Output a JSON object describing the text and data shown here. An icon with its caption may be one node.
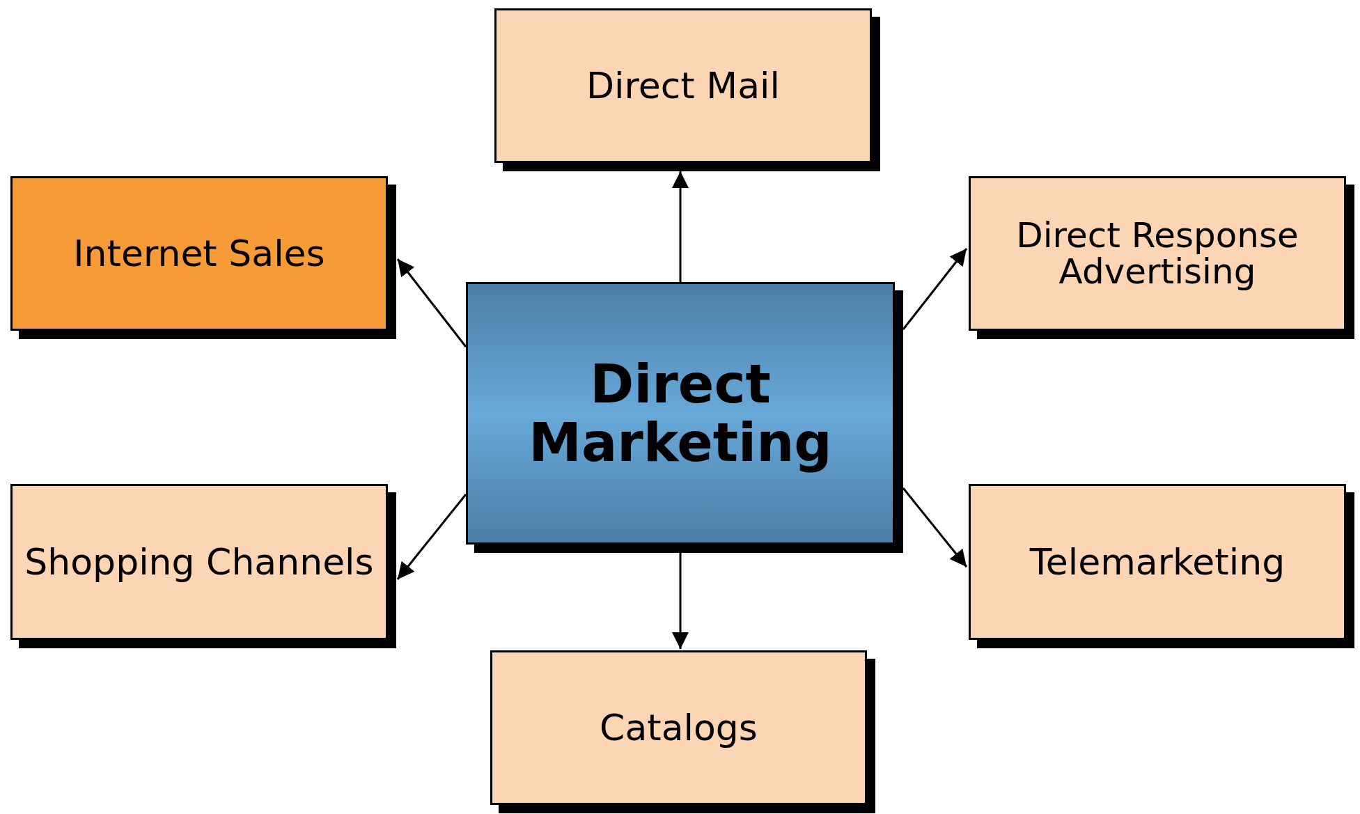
{
  "diagram": {
    "nodes": [
      {
        "text": [
          "Direct Mail"
        ]
      },
      {
        "text": [
          "Internet Sales"
        ]
      },
      {
        "text": [
          "Direct Response Advertising"
        ]
      },
      {
        "text": [
          "Direct Marketing"
        ]
      },
      {
        "text": [
          "Shopping Channels"
        ]
      },
      {
        "text": [
          "Telemarketing"
        ]
      },
      {
        "text": [
          "Catalogs"
        ]
      }
    ],
    "edges": [
      {
        "from": 3,
        "to": 0,
        "arrow": "to"
      },
      {
        "from": 3,
        "to": 1,
        "arrow": "to"
      },
      {
        "from": 3,
        "to": 2,
        "arrow": "to"
      },
      {
        "from": 3,
        "to": 4,
        "arrow": "to"
      },
      {
        "from": 3,
        "to": 5,
        "arrow": "to"
      },
      {
        "from": 3,
        "to": 6,
        "arrow": "to"
      }
    ]
  }
}
